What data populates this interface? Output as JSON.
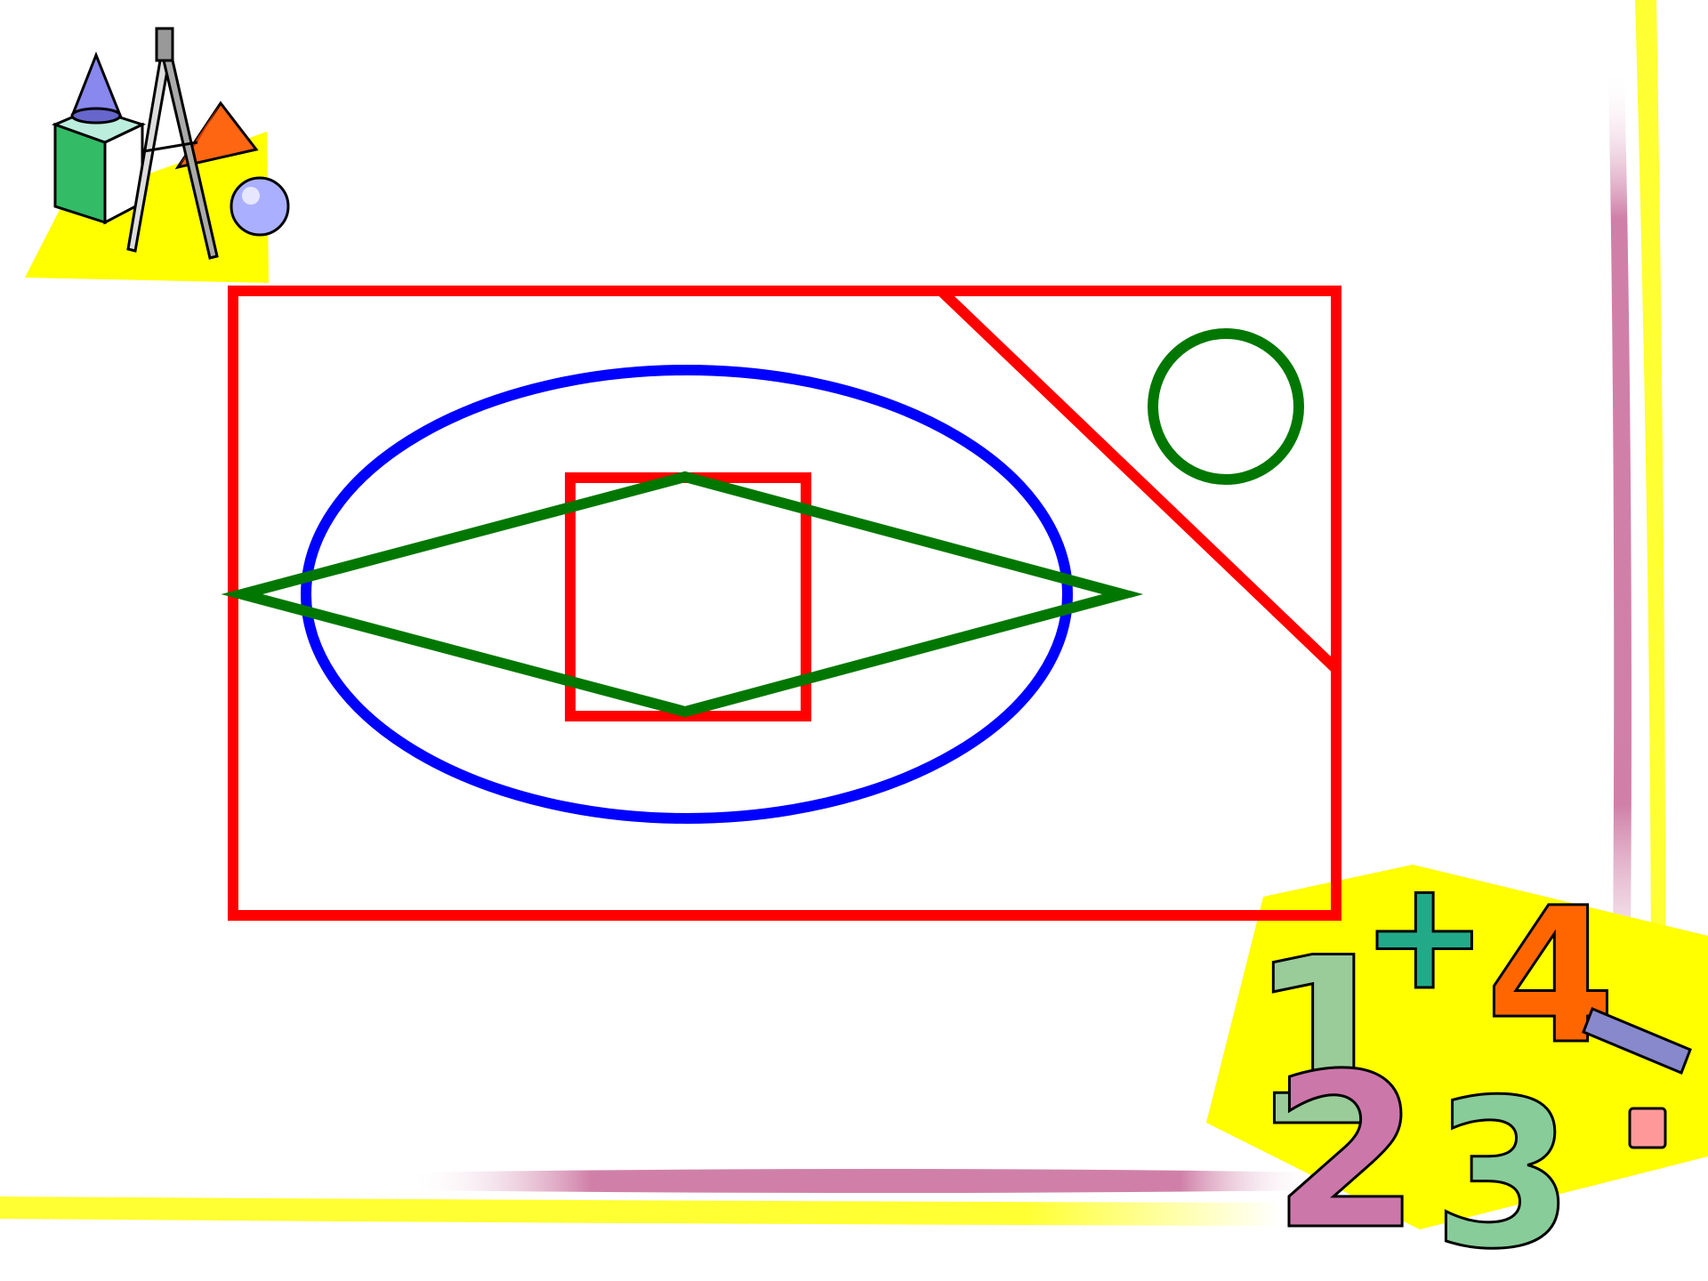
{
  "colors": {
    "red": "#ff0000",
    "blue": "#0000ff",
    "green": "#007700",
    "border_yellow": "#ffff33",
    "border_pink": "#d080a8",
    "clipart_yellow": "#ffff00"
  },
  "clipart": {
    "geometry_tools": "geometry-tools-clipart",
    "numbers": "numbers-clipart",
    "digits": [
      "1",
      "+",
      "4",
      "2",
      "3"
    ]
  },
  "shapes": [
    "outer-rectangle",
    "diagonal-line",
    "small-circle",
    "ellipse",
    "inner-square",
    "rhombus"
  ]
}
